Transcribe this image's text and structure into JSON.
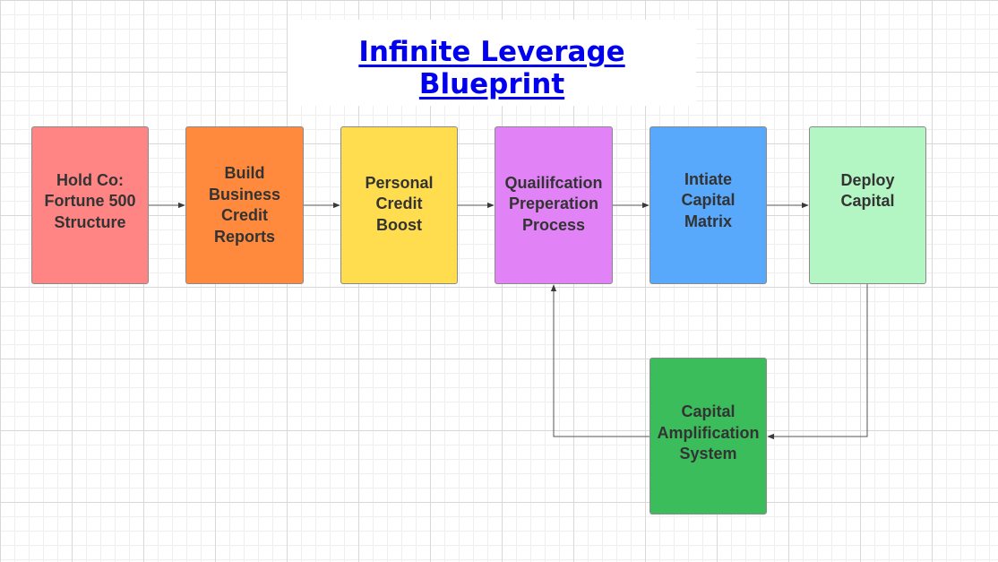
{
  "title": "Infinite Leverage Blueprint",
  "nodes": [
    {
      "id": "holdco",
      "label": "Hold Co:\nFortune 500\nStructure",
      "color": "#ff8585"
    },
    {
      "id": "bizcredit",
      "label": "Build\nBusiness\nCredit\nReports",
      "color": "#ff8a3d"
    },
    {
      "id": "personal",
      "label": "Personal\nCredit\nBoost",
      "color": "#ffdd4f"
    },
    {
      "id": "qualify",
      "label": "Quailifcation\nPreperation\nProcess",
      "color": "#e282f7"
    },
    {
      "id": "matrix",
      "label": "Intiate\nCapital\nMatrix",
      "color": "#58a8fb"
    },
    {
      "id": "deploy",
      "label": "Deploy\nCapital",
      "color": "#b4f5c4"
    },
    {
      "id": "amplify",
      "label": "Capital\nAmplification\nSystem",
      "color": "#3bbd5c"
    }
  ],
  "connections": [
    {
      "from": "holdco",
      "to": "bizcredit"
    },
    {
      "from": "bizcredit",
      "to": "personal"
    },
    {
      "from": "personal",
      "to": "qualify"
    },
    {
      "from": "qualify",
      "to": "matrix"
    },
    {
      "from": "matrix",
      "to": "deploy"
    },
    {
      "from": "deploy",
      "to": "amplify"
    },
    {
      "from": "amplify",
      "to": "qualify"
    }
  ]
}
